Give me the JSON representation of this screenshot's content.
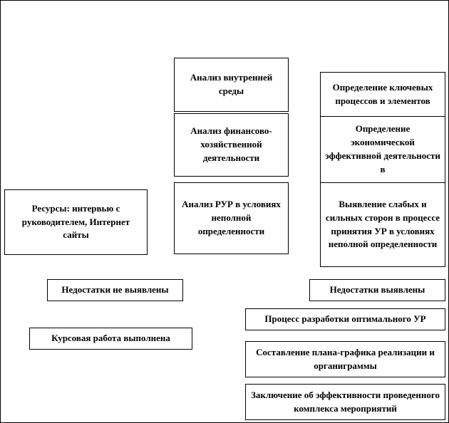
{
  "diagram": {
    "background_color": "#ffffff",
    "border_color": "#000000",
    "boxes": [
      {
        "id": "analysis-internal-environment",
        "text": "Анализ внутренней среды"
      },
      {
        "id": "analysis-financial-activity",
        "text": "Анализ финансово-хозяйственной деятельности"
      },
      {
        "id": "analysis-rur-uncertainty",
        "text": "Анализ РУР в условиях неполной определенности"
      },
      {
        "id": "define-key-processes",
        "text": "Определение ключевых процессов и элементов"
      },
      {
        "id": "define-economic-efficiency",
        "text": "Определение экономической эффективной деятельности в"
      },
      {
        "id": "identify-weak-strong-sides",
        "text": "Выявление слабых и сильных сторон в процессе принятия УР в условиях неполной определенности"
      },
      {
        "id": "resources",
        "text": "Ресурсы: интервью с руководителем, Интернет сайты"
      },
      {
        "id": "no-defects-found",
        "text": "Недостатки не выявлены"
      },
      {
        "id": "defects-found",
        "text": "Недостатки выявлены"
      },
      {
        "id": "coursework-completed",
        "text": "Курсовая работа выполнена"
      },
      {
        "id": "optimal-ur-development",
        "text": "Процесс разработки оптимального УР"
      },
      {
        "id": "schedule-organigram",
        "text": "Составление плана-графика реализации и органиграммы"
      },
      {
        "id": "effectiveness-conclusion",
        "text": "Заключение об эффективности проведенного комплекса мероприятий"
      }
    ]
  }
}
